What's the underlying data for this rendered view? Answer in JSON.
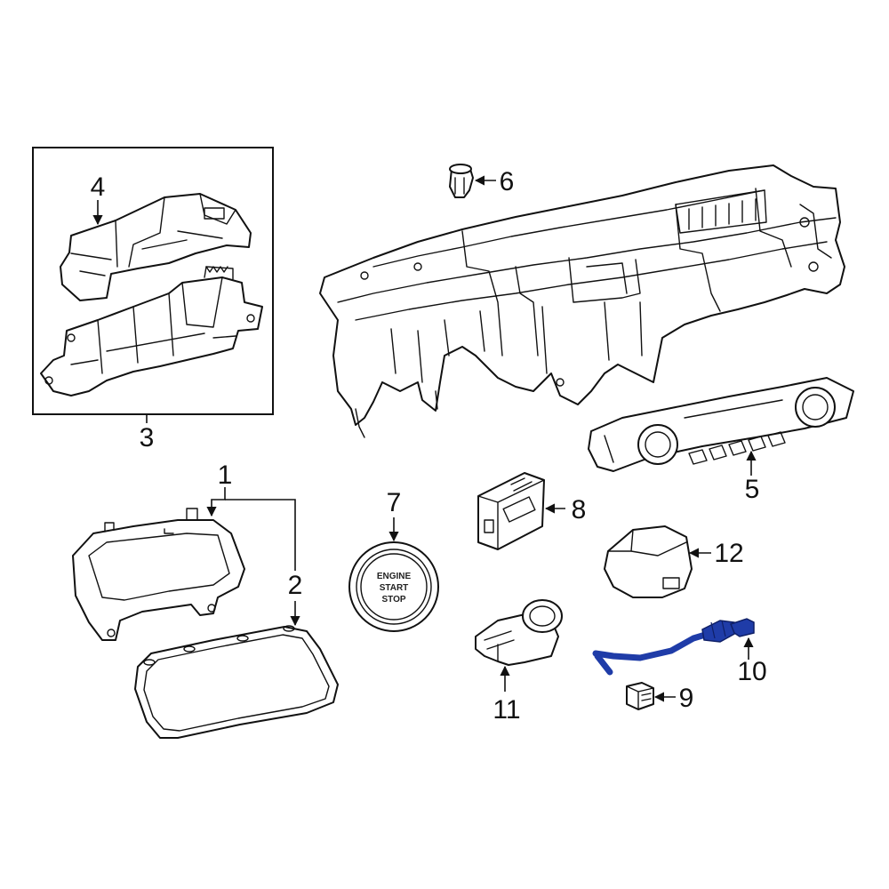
{
  "callouts": {
    "c1": "1",
    "c2": "2",
    "c3": "3",
    "c4": "4",
    "c5": "5",
    "c6": "6",
    "c7": "7",
    "c8": "8",
    "c9": "9",
    "c10": "10",
    "c11": "11",
    "c12": "12"
  },
  "start_button": {
    "line1": "ENGINE",
    "line2": "START",
    "line3": "STOP"
  },
  "colors": {
    "line": "#111111",
    "highlight": "#1f3ca8",
    "background": "#ffffff"
  }
}
